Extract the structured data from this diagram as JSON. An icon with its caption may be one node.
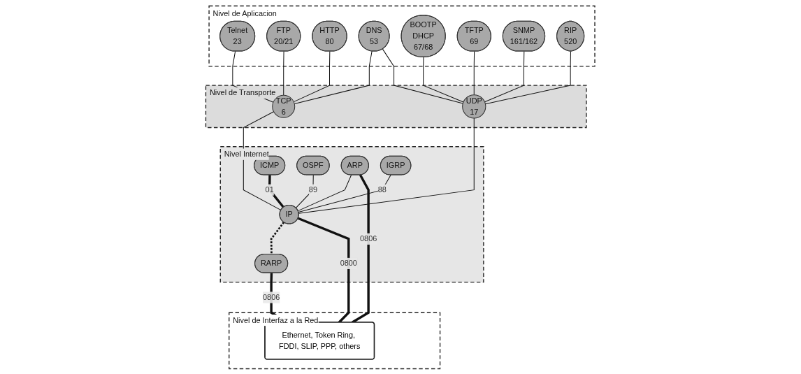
{
  "diagram": {
    "nodes": [
      {
        "text": [
          "Nivel de Aplicacion"
        ]
      },
      {
        "text": [
          "Telnet",
          "23"
        ],
        "in": 0
      },
      {
        "text": [
          "FTP",
          "20/21"
        ],
        "in": 0
      },
      {
        "text": [
          "HTTP",
          "80"
        ],
        "in": 0
      },
      {
        "text": [
          "DNS",
          "53"
        ],
        "in": 0
      },
      {
        "text": [
          "BOOTP",
          "DHCP",
          "67/68"
        ],
        "in": 0
      },
      {
        "text": [
          "TFTP",
          "69"
        ],
        "in": 0
      },
      {
        "text": [
          "SNMP",
          "161/162"
        ],
        "in": 0
      },
      {
        "text": [
          "RIP",
          "520"
        ],
        "in": 0
      },
      {
        "text": [
          "Nivel de Transporte"
        ]
      },
      {
        "text": [
          "TCP",
          "6"
        ],
        "in": 9
      },
      {
        "text": [
          "UDP",
          "17"
        ],
        "in": 9
      },
      {
        "text": [
          "Nivel Internet"
        ]
      },
      {
        "text": [
          "IGRP"
        ],
        "in": 12
      },
      {
        "text": [
          "ICMP"
        ],
        "in": 12
      },
      {
        "text": [
          "OSPF"
        ],
        "in": 12
      },
      {
        "text": [
          "ARP"
        ],
        "in": 12
      },
      {
        "text": [
          "IP"
        ],
        "in": 12
      },
      {
        "text": [
          "RARP"
        ],
        "in": 12
      },
      {
        "text": [
          "Nivel de Interfaz a la Red"
        ]
      },
      {
        "text": [
          "Ethernet, Token Ring, FDDI, SLIP, PPP, others"
        ],
        "in": 19
      }
    ],
    "edges": [
      {
        "from": 1,
        "to": 10,
        "arrow": "none"
      },
      {
        "from": 2,
        "to": 10,
        "arrow": "none"
      },
      {
        "from": 3,
        "to": 10,
        "arrow": "none"
      },
      {
        "from": 4,
        "to": 10,
        "arrow": "none"
      },
      {
        "from": 4,
        "to": 11,
        "arrow": "none"
      },
      {
        "from": 5,
        "to": 11,
        "arrow": "none"
      },
      {
        "from": 6,
        "to": 11,
        "arrow": "none"
      },
      {
        "from": 7,
        "to": 11,
        "arrow": "none"
      },
      {
        "from": 8,
        "to": 11,
        "arrow": "none"
      },
      {
        "from": 10,
        "to": 17,
        "arrow": "none"
      },
      {
        "from": 11,
        "to": 17,
        "arrow": "none"
      },
      {
        "from": 13,
        "to": 17,
        "arrow": "none",
        "label": "88"
      },
      {
        "from": 14,
        "to": 17,
        "arrow": "none",
        "label": "01",
        "style": "thick"
      },
      {
        "from": 15,
        "to": 17,
        "arrow": "none",
        "label": "89"
      },
      {
        "from": 16,
        "to": 17,
        "arrow": "none"
      },
      {
        "from": 17,
        "to": 18,
        "arrow": "none",
        "style": "dashed"
      },
      {
        "from": 16,
        "to": 20,
        "arrow": "none",
        "label": "0806",
        "style": "thick"
      },
      {
        "from": 17,
        "to": 20,
        "arrow": "none",
        "label": "0800",
        "style": "thick"
      },
      {
        "from": 18,
        "to": 20,
        "arrow": "none",
        "label": "0806",
        "style": "thick"
      }
    ]
  }
}
